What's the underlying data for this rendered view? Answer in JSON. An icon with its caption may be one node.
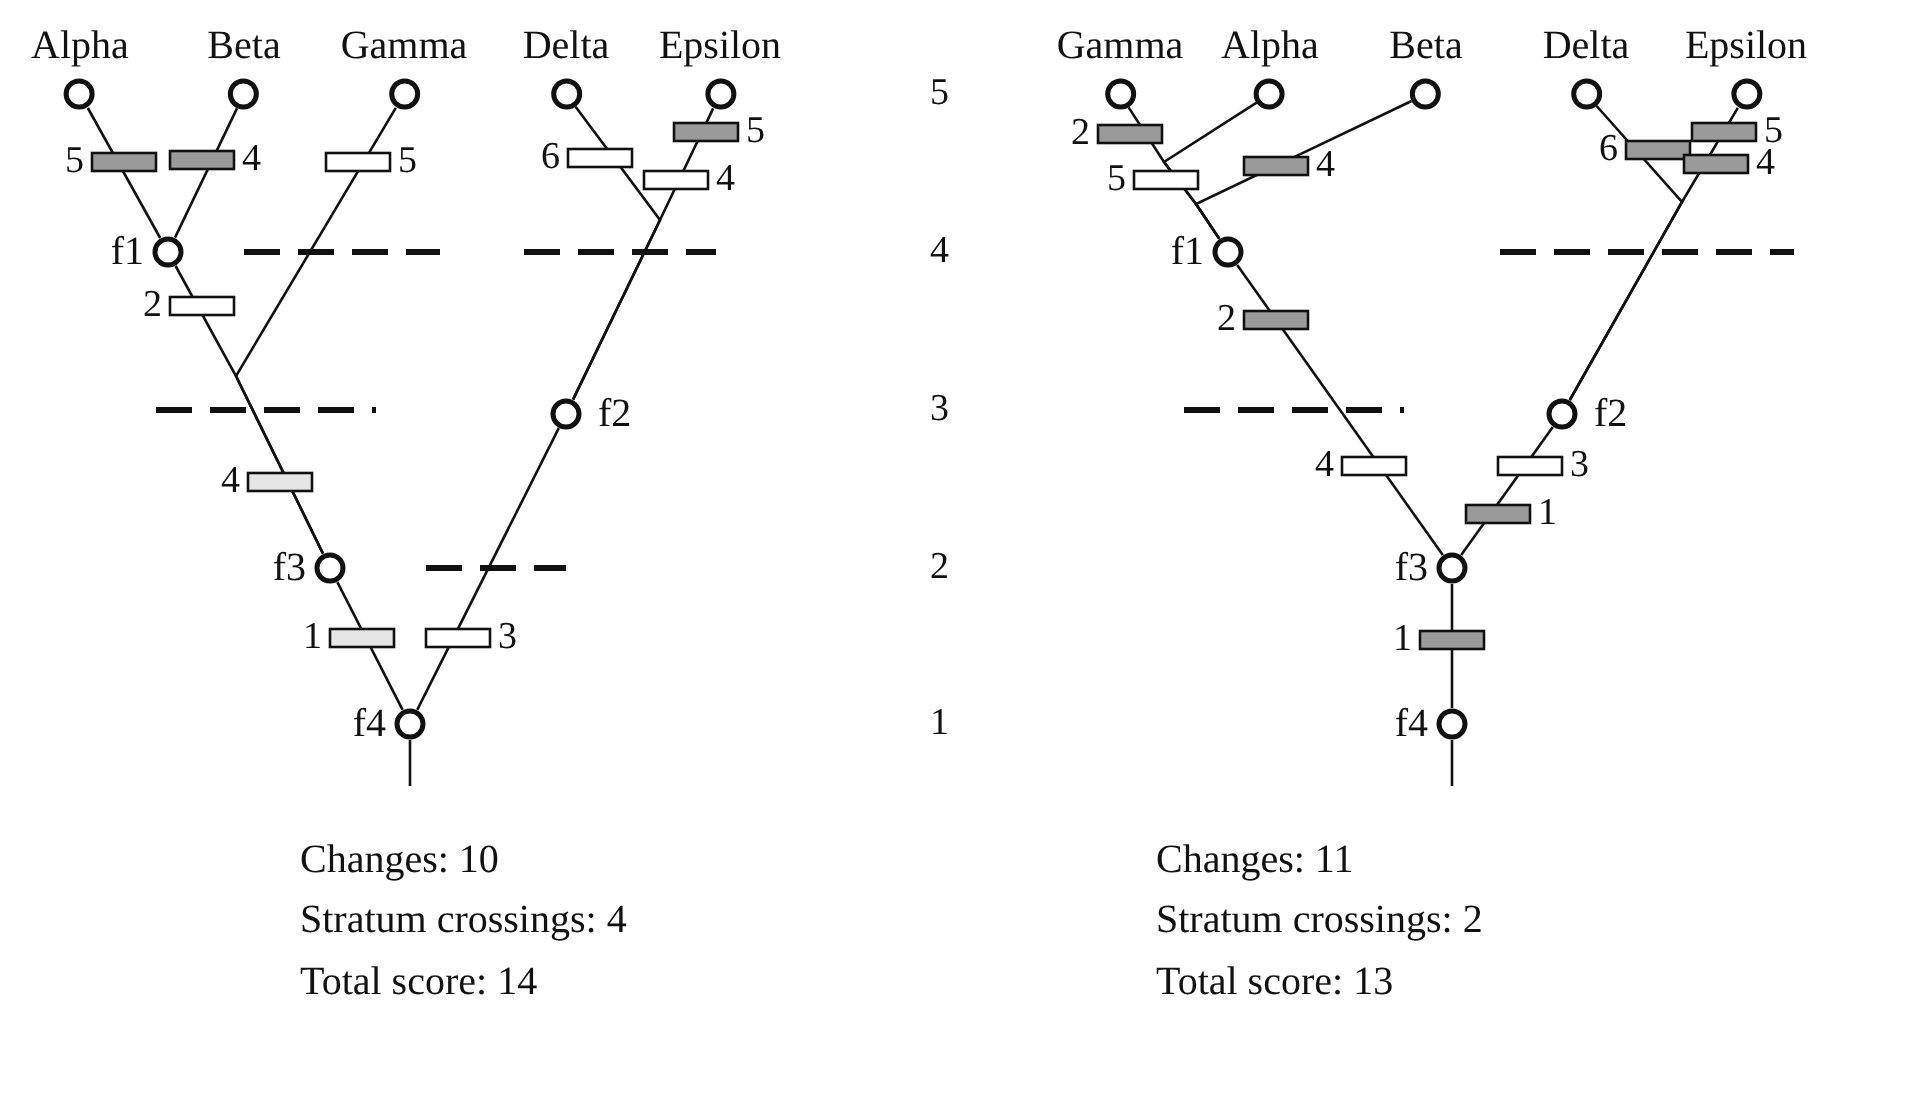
{
  "diagram": {
    "nodes": [
      {
        "text": [
          "Alpha"
        ]
      },
      {
        "text": [
          "Beta"
        ]
      },
      {
        "text": [
          "Gamma"
        ]
      },
      {
        "text": [
          "Delta"
        ]
      },
      {
        "text": [
          "Epsilon"
        ]
      },
      {
        "text": [
          "f1"
        ]
      },
      {
        "text": [
          "f2"
        ]
      },
      {
        "text": [
          "f3"
        ]
      },
      {
        "text": [
          "f4"
        ]
      },
      {
        "text": [
          "Gamma"
        ]
      },
      {
        "text": [
          "Alpha"
        ]
      },
      {
        "text": [
          "Beta"
        ]
      },
      {
        "text": [
          "Delta"
        ]
      },
      {
        "text": [
          "Epsilon"
        ]
      },
      {
        "text": [
          "f1"
        ]
      },
      {
        "text": [
          "f2"
        ]
      },
      {
        "text": [
          "f3"
        ]
      },
      {
        "text": [
          "f4"
        ]
      }
    ],
    "edges": [
      {
        "from": 5,
        "to": 0,
        "arrow": "none"
      },
      {
        "from": 5,
        "to": 1,
        "arrow": "none"
      },
      {
        "from": 7,
        "to": 5,
        "arrow": "none"
      },
      {
        "from": 7,
        "to": 2,
        "arrow": "none"
      },
      {
        "from": 6,
        "to": 3,
        "arrow": "none"
      },
      {
        "from": 6,
        "to": 4,
        "arrow": "none"
      },
      {
        "from": 8,
        "to": 7,
        "arrow": "none"
      },
      {
        "from": 8,
        "to": 6,
        "arrow": "none"
      },
      {
        "from": 8,
        "to": null,
        "arrow": "none"
      },
      {
        "from": 14,
        "to": 9,
        "arrow": "none"
      },
      {
        "from": 14,
        "to": 10,
        "arrow": "none"
      },
      {
        "from": 14,
        "to": 11,
        "arrow": "none"
      },
      {
        "from": 16,
        "to": 14,
        "arrow": "none"
      },
      {
        "from": 15,
        "to": 12,
        "arrow": "none"
      },
      {
        "from": 15,
        "to": 13,
        "arrow": "none"
      },
      {
        "from": 16,
        "to": 15,
        "arrow": "none"
      },
      {
        "from": 17,
        "to": 16,
        "arrow": "none"
      },
      {
        "from": 17,
        "to": null,
        "arrow": "none"
      }
    ],
    "labels": [
      "5",
      "4",
      "5",
      "6",
      "5",
      "4",
      "2",
      "4",
      "1",
      "3",
      "5",
      "4",
      "3",
      "2",
      "1",
      "2",
      "5",
      "4",
      "6",
      "5",
      "4",
      "2",
      "4",
      "3",
      "1",
      "1",
      "Changes: 10",
      "Stratum crossings: 4",
      "Total score: 14",
      "Changes: 11",
      "Stratum crossings: 2",
      "Total score: 13"
    ]
  }
}
